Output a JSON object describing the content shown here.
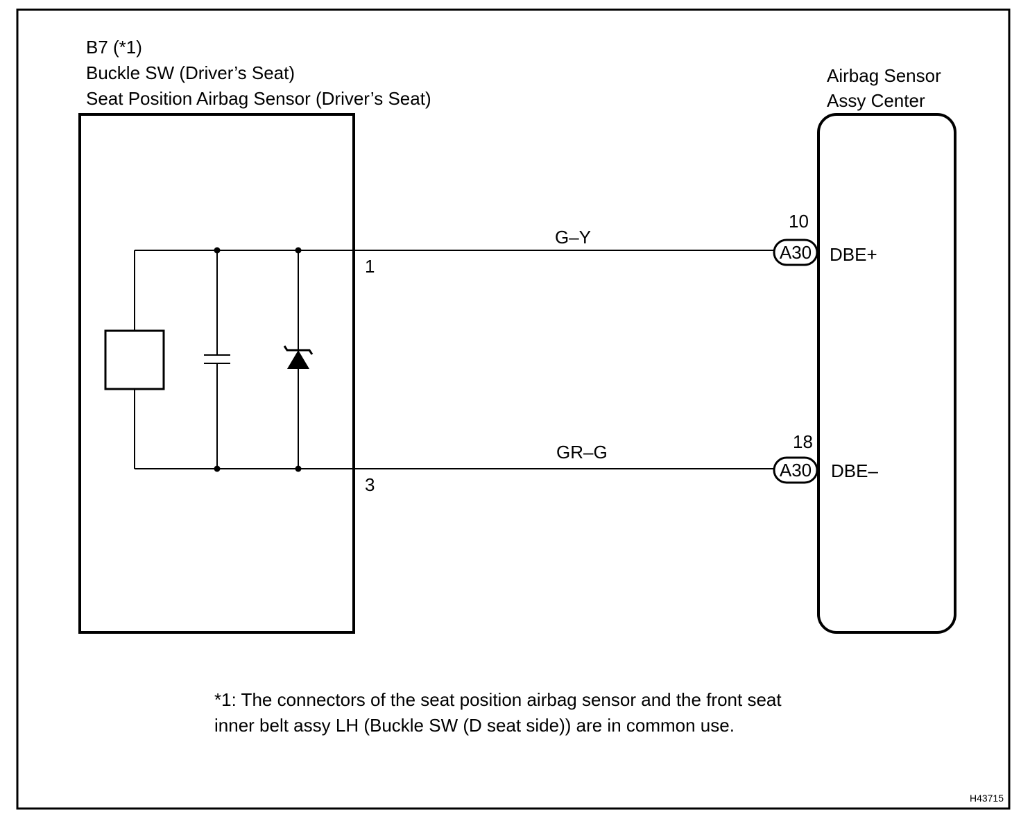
{
  "component_left": {
    "ref": "B7 (*1)",
    "line1": "Buckle SW (Driver’s Seat)",
    "line2": "Seat Position Airbag Sensor (Driver’s Seat)"
  },
  "component_right": {
    "line1": "Airbag Sensor",
    "line2": "Assy Center"
  },
  "wires": [
    {
      "color": "G–Y",
      "left_pin": "1",
      "right_pin": "10",
      "connector": "A30",
      "terminal": "DBE+"
    },
    {
      "color": "GR–G",
      "left_pin": "3",
      "right_pin": "18",
      "connector": "A30",
      "terminal": "DBE–"
    }
  ],
  "footnote": {
    "line1": "*1: The connectors of the seat position airbag sensor and the front seat",
    "line2": "inner belt assy LH (Buckle SW (D seat side)) are in common use."
  },
  "figure_id": "H43715"
}
